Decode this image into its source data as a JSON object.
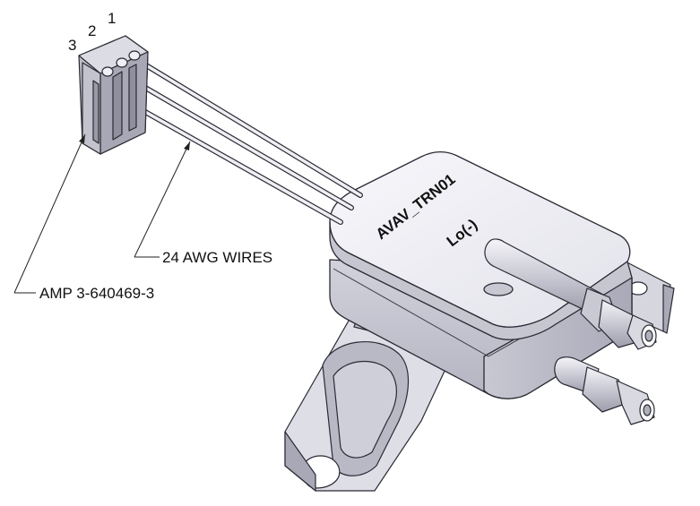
{
  "drawing": {
    "connector_pins": [
      "3",
      "2",
      "1"
    ],
    "callouts": {
      "wires": "24 AWG WIRES",
      "connector": "AMP 3-640469-3"
    },
    "body_labels": {
      "part_name": "AVAV_TRN01",
      "port": "Lo(-)"
    }
  }
}
